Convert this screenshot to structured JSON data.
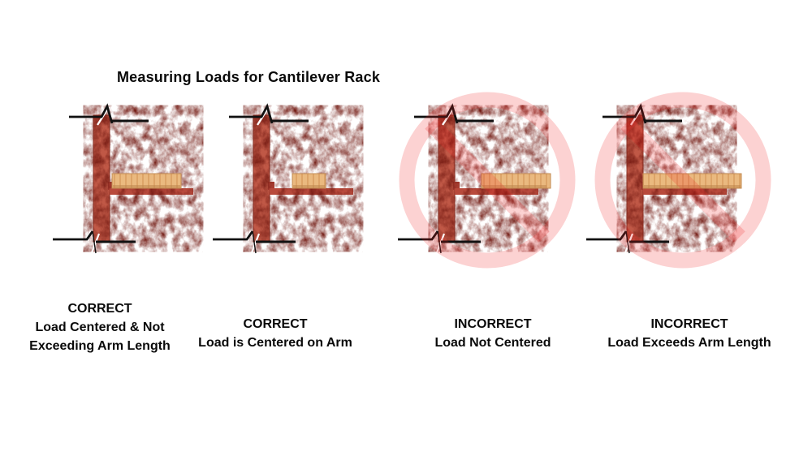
{
  "title": "Measuring Loads for Cantilever Rack",
  "panels": [
    {
      "verdict": "CORRECT",
      "line1": "Load Centered & Not",
      "line2": "Exceeding Arm Length",
      "load_state": "load centered on arm, within arm length"
    },
    {
      "verdict": "CORRECT",
      "line1": "Load is Centered on Arm",
      "load_state": "small load centered on arm"
    },
    {
      "verdict": "INCORRECT",
      "line1": "Load Not Centered",
      "icon": "no-symbol-icon",
      "load_state": "load shifted outward, overhangs arm tip"
    },
    {
      "verdict": "INCORRECT",
      "line1": "Load Exceeds Arm Length",
      "icon": "no-symbol-icon",
      "load_state": "load longer than arm, overhangs arm tip"
    }
  ],
  "icons": {
    "prohibition": "no-symbol-icon"
  },
  "colors": {
    "column_red": "#c05846",
    "column_blotch": "#70170f",
    "arm_red": "#b84a3c",
    "load_tan": "#eab97f",
    "load_stripe": "#dda468",
    "load_edge": "#c28a52",
    "prohibition_red": "#ee1c1e",
    "line_black": "#111111"
  }
}
